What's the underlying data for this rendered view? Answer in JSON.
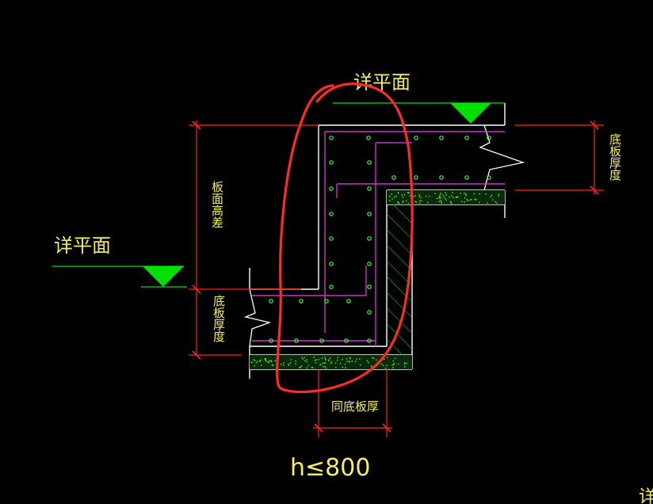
{
  "labels": {
    "finish_level_top": "详平面",
    "finish_level_left": "详平面",
    "slab_height_diff": "板面高差",
    "bottom_slab_thickness_right": "底板厚度",
    "bottom_slab_thickness_left": "底板厚度",
    "same_bottom_slab_thickness": "同底板厚",
    "height_condition": "h≤800",
    "edge_glyph": "详"
  },
  "colors": {
    "background": "#000000",
    "concrete_outline": "#ffffff",
    "dimension_line": "#ff2020",
    "rebar": "#cc33cc",
    "rebar_dot": "#3cff3c",
    "level_marker": "#00e000",
    "text": "#f5f05a",
    "annotation_circle": "#ff2a2a",
    "hatch": "#00cc00"
  }
}
